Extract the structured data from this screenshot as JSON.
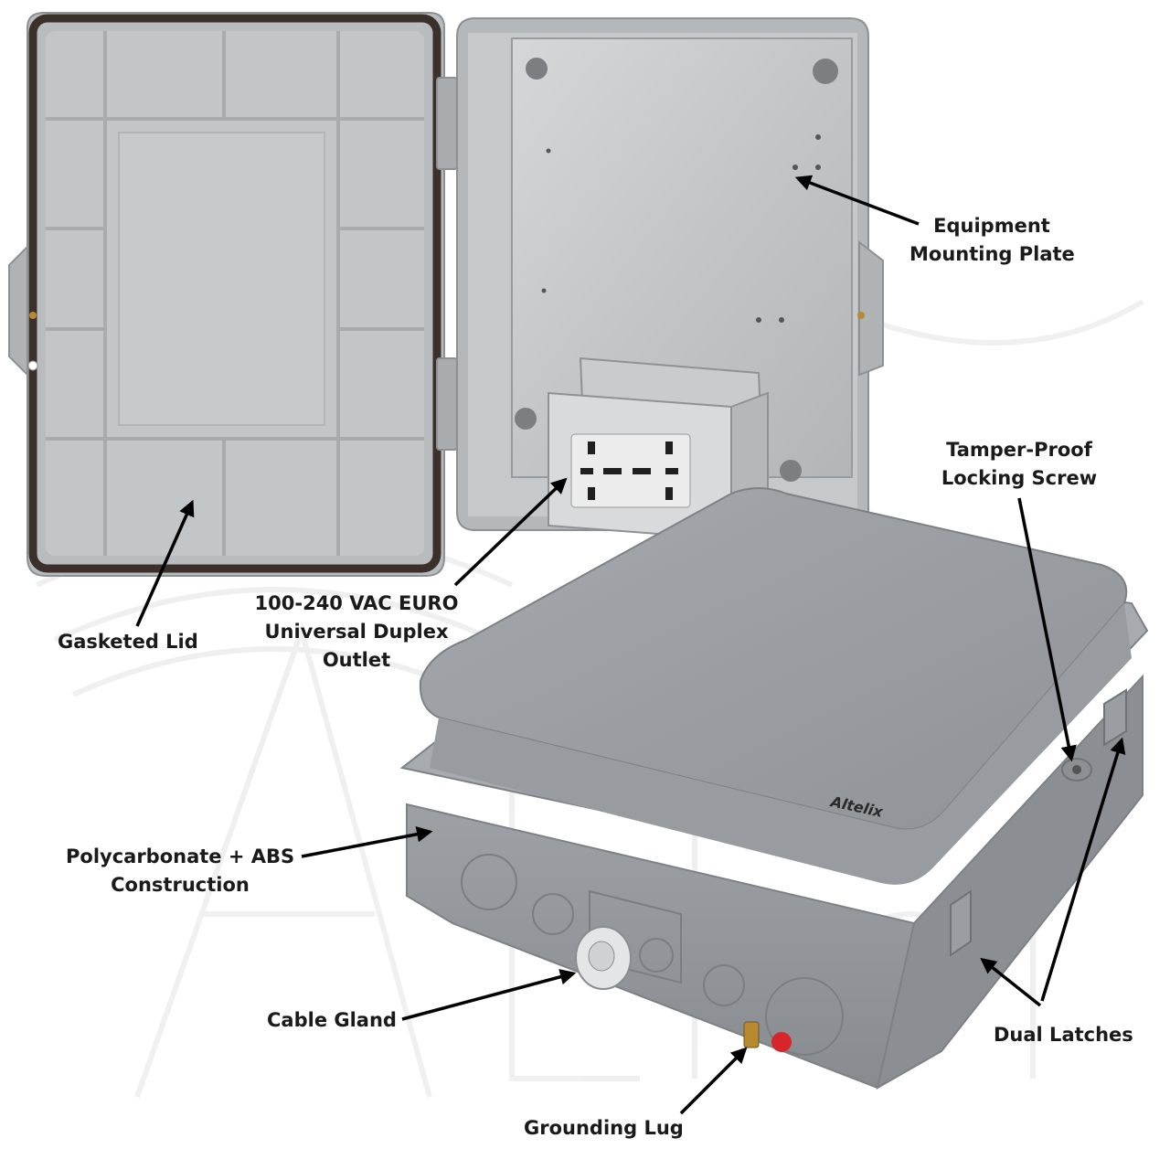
{
  "brand": {
    "logo_text": "Altelix",
    "watermark_text": "Altelix"
  },
  "colors": {
    "background": "#ffffff",
    "enclosure_gray": "#9ea2a6",
    "enclosure_inner": "#b9bcbf",
    "gasket": "#3b302a",
    "mounting_plate": "#c8cacb",
    "callout_text": "#1a1a1a",
    "arrow": "#000000"
  },
  "callouts": {
    "equipment_mounting_plate": [
      "Equipment",
      "Mounting Plate"
    ],
    "tamper_proof_locking_screw": [
      "Tamper-Proof",
      "Locking Screw"
    ],
    "euro_outlet": [
      "100-240 VAC EURO",
      "Universal Duplex",
      "Outlet"
    ],
    "gasketed_lid": "Gasketed Lid",
    "construction": [
      "Polycarbonate + ABS",
      "Construction"
    ],
    "cable_gland": "Cable Gland",
    "dual_latches": "Dual Latches",
    "grounding_lug": "Grounding Lug"
  }
}
